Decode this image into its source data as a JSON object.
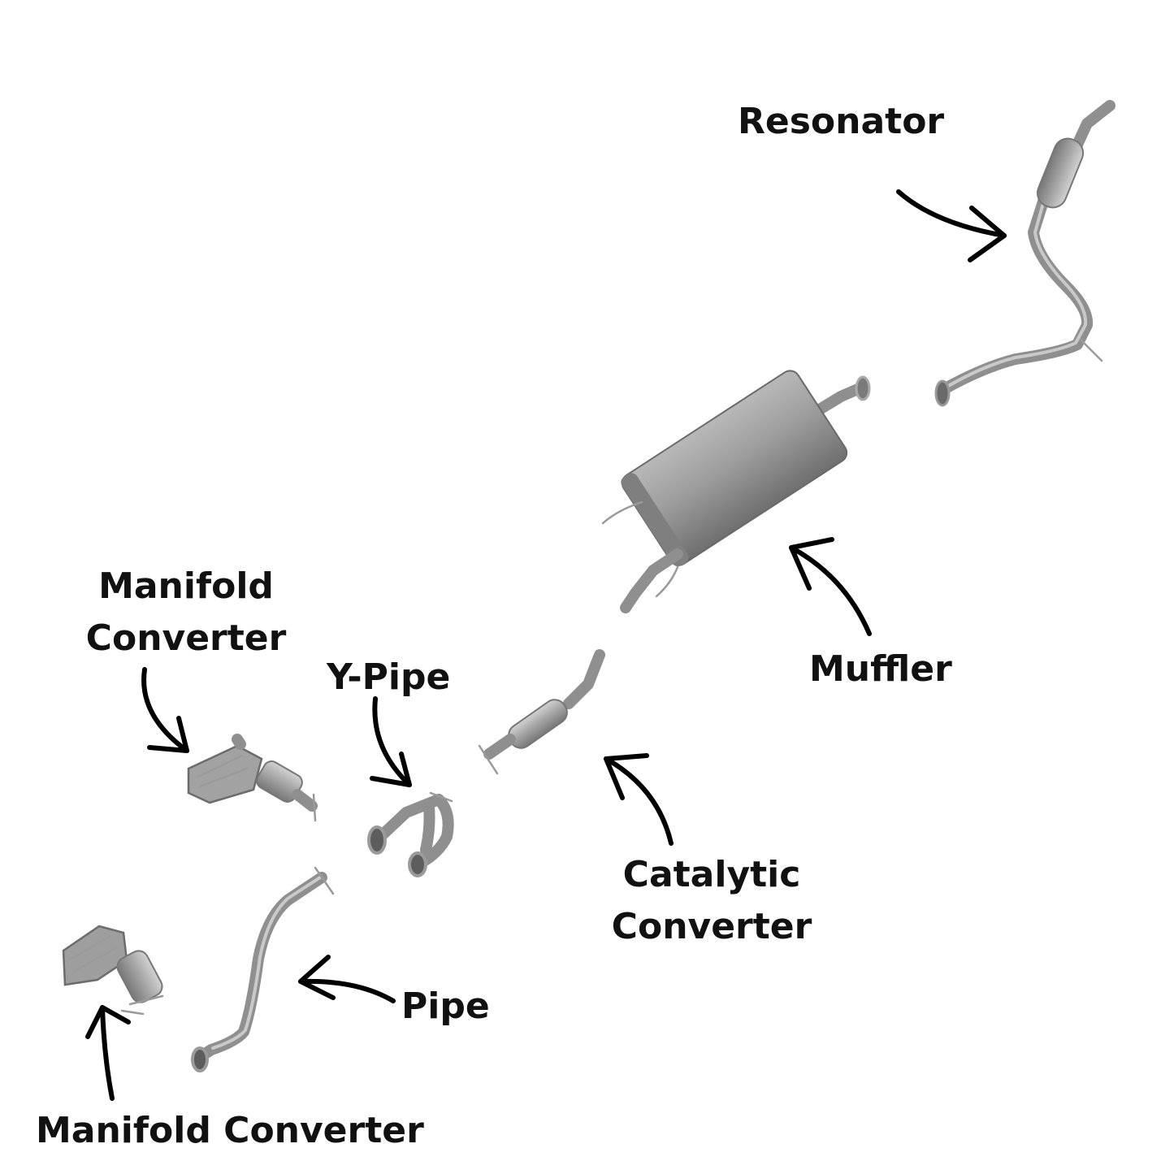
{
  "labels": {
    "resonator": "Resonator",
    "muffler": "Muffler",
    "manifold_converter_upper_line1": "Manifold",
    "manifold_converter_upper_line2": "Converter",
    "y_pipe": "Y-Pipe",
    "catalytic_converter_line1": "Catalytic",
    "catalytic_converter_line2": "Converter",
    "pipe": "Pipe",
    "manifold_converter_lower": "Manifold Converter"
  },
  "colors": {
    "part_metal": "#8f8f8f",
    "part_highlight": "#c9c9c9",
    "text": "#111111",
    "arrow": "#000000",
    "background": "#ffffff"
  }
}
